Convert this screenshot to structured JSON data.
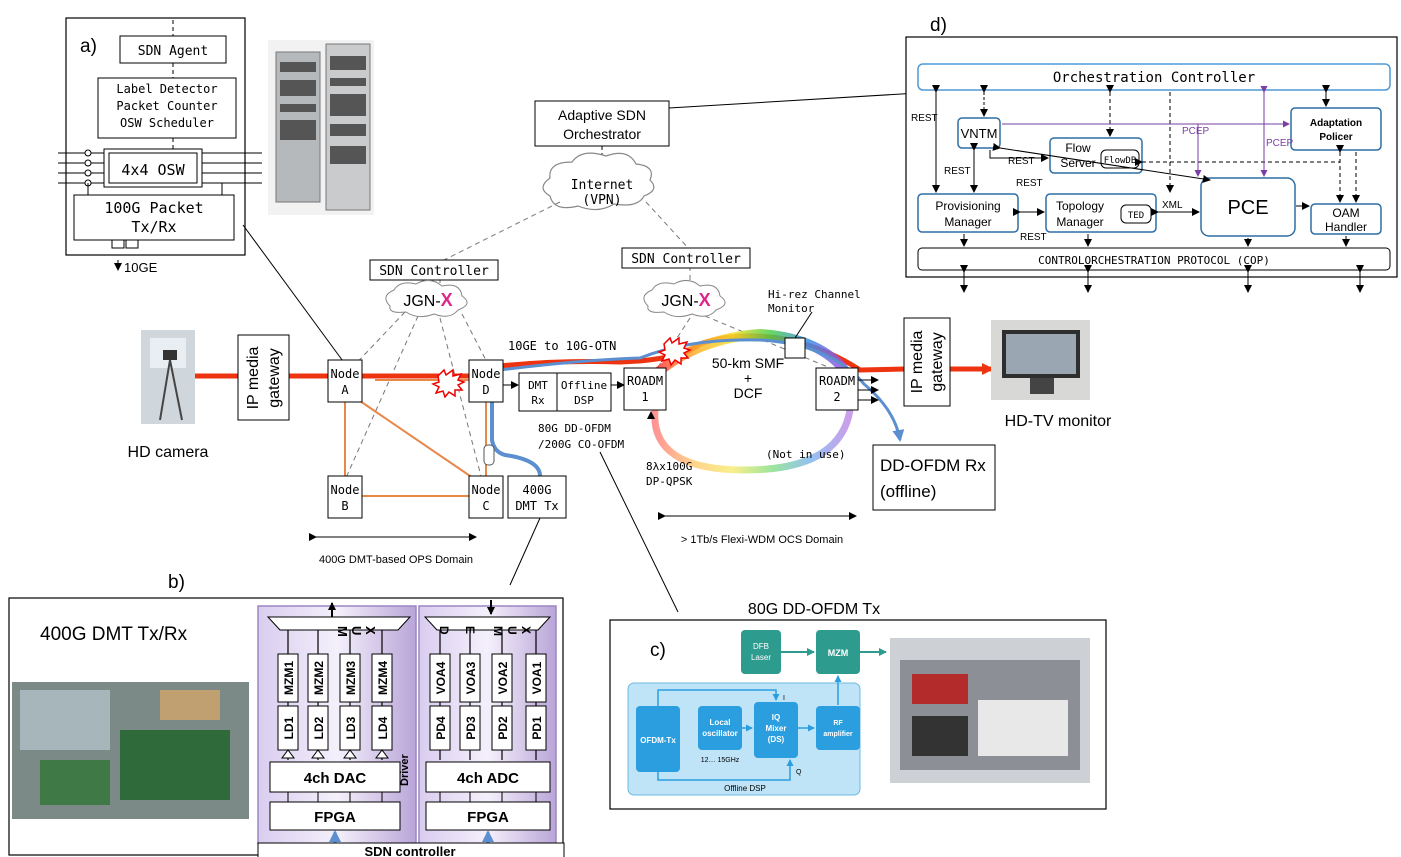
{
  "panel_labels": {
    "a": "a)",
    "b": "b)",
    "c": "c)",
    "d": "d)"
  },
  "panel_a": {
    "sdn_agent": "SDN Agent",
    "label_detector": "Label Detector",
    "packet_counter": "Packet Counter",
    "osw_scheduler": "OSW Scheduler",
    "osw": "4x4 OSW",
    "packet_line1": "100G Packet",
    "packet_line2": "Tx/Rx",
    "ge": "10GE"
  },
  "network": {
    "orchestrator_line1": "Adaptive SDN",
    "orchestrator_line2": "Orchestrator",
    "internet_line1": "Internet",
    "internet_line2": "(VPN)",
    "sdn_controller_left": "SDN Controller",
    "sdn_controller_right": "SDN Controller",
    "jgn_prefix": "JGN-",
    "jgn_x": "X",
    "ip_gateway_line1": "IP media",
    "ip_gateway_line2": "gateway",
    "hd_camera": "HD camera",
    "hdtv_monitor": "HD-TV monitor",
    "node_a_line1": "Node",
    "node_a_line2": "A",
    "node_b_line1": "Node",
    "node_b_line2": "B",
    "node_c_line1": "Node",
    "node_c_line2": "C",
    "node_d_line1": "Node",
    "node_d_line2": "D",
    "dmt_tx_line1": "400G",
    "dmt_tx_line2": "DMT Tx",
    "dmt_rx_line1": "DMT",
    "dmt_rx_line2": "Rx",
    "offline_dsp_line1": "Offline",
    "offline_dsp_line2": "DSP",
    "roadm1_line1": "ROADM",
    "roadm1_line2": "1",
    "roadm2_line1": "ROADM",
    "roadm2_line2": "2",
    "ge_otn": "10GE to 10G-OTN",
    "smf_line1": "50-km SMF",
    "smf_line2": "+",
    "smf_line3": "DCF",
    "hirez_line1": "Hi-rez Channel",
    "hirez_line2": "Monitor",
    "ofdm_line1": "80G DD-OFDM",
    "ofdm_line2": "/200G CO-OFDM",
    "dpqpsk_line1": "8λx100G",
    "dpqpsk_line2": "DP-QPSK",
    "not_in_use": "(Not in use)",
    "ops_domain": "400G DMT-based OPS Domain",
    "ocs_domain": "> 1Tb/s Flexi-WDM OCS Domain",
    "ofdm_rx_line1": "DD-OFDM Rx",
    "ofdm_rx_line2": "(offline)"
  },
  "panel_b": {
    "title": "400G DMT Tx/Rx",
    "mux": [
      "M",
      "U",
      "X"
    ],
    "demux": [
      "D",
      "E",
      "M",
      "U",
      "X"
    ],
    "mzm": [
      "MZM1",
      "MZM2",
      "MZM3",
      "MZM4"
    ],
    "ld": [
      "LD1",
      "LD2",
      "LD3",
      "LD4"
    ],
    "voa": [
      "VOA4",
      "VOA3",
      "VOA2",
      "VOA1"
    ],
    "pd": [
      "PD4",
      "PD3",
      "PD2",
      "PD1"
    ],
    "dac": "4ch DAC",
    "adc": "4ch ADC",
    "fpga_left": "FPGA",
    "fpga_right": "FPGA",
    "driver": "Driver",
    "sdn_controller": "SDN controller"
  },
  "panel_c": {
    "title": "80G DD-OFDM Tx",
    "dfb_line1": "DFB",
    "dfb_line2": "Laser",
    "mzm": "MZM",
    "ofdm_tx": "OFDM-Tx",
    "local_line1": "Local",
    "local_line2": "oscillator",
    "iq_line1": "IQ",
    "iq_line2": "Mixer",
    "iq_line3": "(DS)",
    "rf_line1": "RF",
    "rf_line2": "amplifier",
    "freq": "12… 15GHz",
    "i": "I",
    "q": "Q",
    "offline_dsp": "Offline DSP"
  },
  "panel_d": {
    "orchestration_controller": "Orchestration Controller",
    "vntm": "VNTM",
    "flow_line1": "Flow",
    "flow_line2": "Server",
    "flowdb": "FlowDB",
    "adaptation_line1": "Adaptation",
    "adaptation_line2": "Policer",
    "provisioning_line1": "Provisioning",
    "provisioning_line2": "Manager",
    "topology_line1": "Topology",
    "topology_line2": "Manager",
    "ted": "TED",
    "pce": "PCE",
    "oam_line1": "OAM",
    "oam_line2": "Handler",
    "cop": "CONTROLORCHESTRATION PROTOCOL (COP)",
    "rest": "REST",
    "pcep": "PCEP",
    "xml": "XML"
  },
  "colors": {
    "red_link": "#ee3311",
    "blue_link": "#5b8fd0",
    "orange_link": "#e8874a",
    "purple_panel": "#b9a5d8",
    "teal_block": "#2e9b8f",
    "blue_block": "#2b9ee0",
    "jgn_x": "#e0258a",
    "pcep": "#7a3fa6"
  }
}
